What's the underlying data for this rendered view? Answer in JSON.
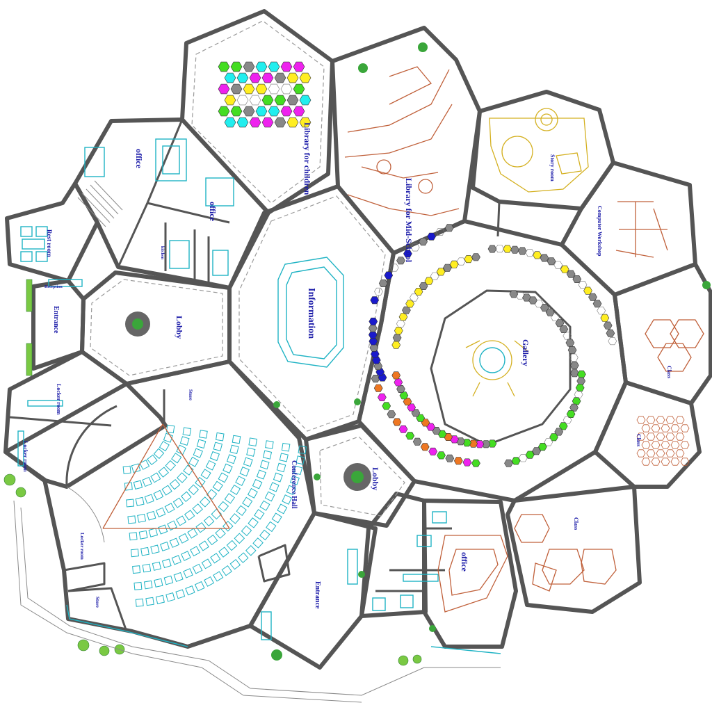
{
  "labels": {
    "library_children": "Library for children",
    "library_mid_school": "Library for Mid-School",
    "story_room": "Story room",
    "computer_workshop": "Computer Workshop",
    "office_1": "office",
    "office_2": "office",
    "office_3": "office",
    "rest_room": "Rest room",
    "reception": "Reception",
    "kitchen": "kitchen",
    "entrance_left": "Entrance",
    "lobby_1": "Lobby",
    "information": "Information",
    "gallery": "Gallery",
    "class_1": "Class",
    "class_2": "Class",
    "class_3": "Class",
    "locker_room_1": "Locker room",
    "locker_room_2": "Locker room",
    "locker_room_3": "Locker room",
    "store_1": "Store",
    "store_2": "Store",
    "conference_hall": "Conference Hall",
    "lobby_2": "Lobby",
    "entrance_bottom": "Entrance"
  },
  "colors": {
    "wall": "#555555",
    "furniture": "#1fb3c4",
    "label": "#1a1aa8",
    "accent_brown": "#c0603a",
    "accent_yellow": "#d4b020",
    "hex_green": "#44dd22",
    "hex_yellow": "#ffee22",
    "hex_magenta": "#ee22ee",
    "hex_cyan": "#22eeee",
    "hex_blue": "#1a1acc",
    "hex_orange": "#ee7722",
    "hex_grey": "#888888"
  }
}
